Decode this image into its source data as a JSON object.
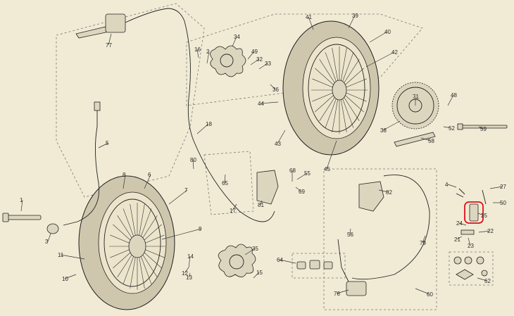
{
  "diagram": {
    "callouts": [
      "1",
      "2",
      "3",
      "4",
      "5",
      "6",
      "7",
      "8",
      "9",
      "10",
      "11",
      "12",
      "13",
      "14",
      "15",
      "16",
      "17",
      "18",
      "21",
      "22",
      "23",
      "24",
      "25",
      "27",
      "32",
      "33",
      "34",
      "35",
      "36",
      "38",
      "39",
      "40",
      "41",
      "42",
      "43",
      "44",
      "45",
      "48",
      "49",
      "50",
      "52",
      "55",
      "56",
      "58",
      "59",
      "60",
      "62",
      "64",
      "65",
      "68",
      "69",
      "71",
      "77",
      "78",
      "79",
      "80",
      "81",
      "82"
    ],
    "highlight": {
      "part": "25",
      "color": "#d9121b"
    }
  }
}
